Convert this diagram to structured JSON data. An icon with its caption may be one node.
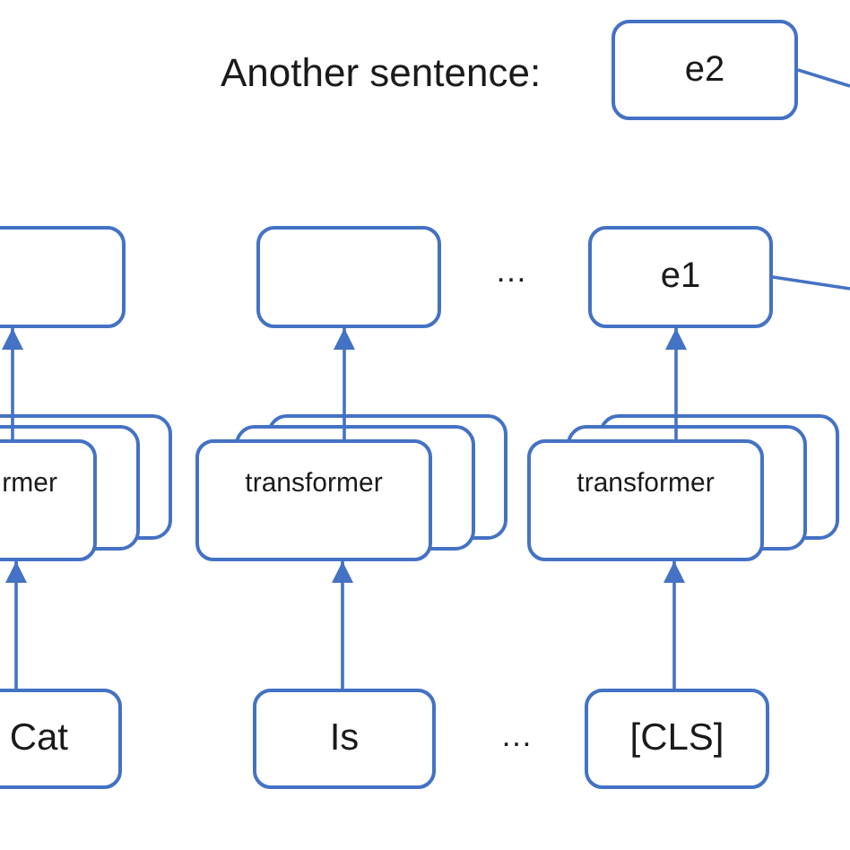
{
  "diagram": {
    "nodes": [
      {
        "text": [
          "e2"
        ],
        "beside": [
          "Another sentence:"
        ]
      },
      {
        "text": [],
        "shape": "box"
      },
      {
        "text": [],
        "shape": "box"
      },
      {
        "text": [
          "e1"
        ]
      },
      {
        "text": [
          "rmer"
        ]
      },
      {
        "text": [
          "transformer"
        ]
      },
      {
        "text": [
          "transformer"
        ]
      },
      {
        "text": [
          "Cat"
        ]
      },
      {
        "text": [
          "Is"
        ]
      },
      {
        "text": [
          "[CLS]"
        ]
      }
    ],
    "edges": [
      {
        "from": 7,
        "to": 4,
        "arrow": "to"
      },
      {
        "from": 4,
        "to": 1,
        "arrow": "to"
      },
      {
        "from": 8,
        "to": 5,
        "arrow": "to"
      },
      {
        "from": 5,
        "to": 2,
        "arrow": "to"
      },
      {
        "from": 9,
        "to": 6,
        "arrow": "to"
      },
      {
        "from": 6,
        "to": 3,
        "arrow": "to"
      },
      {
        "from": 3,
        "to": null,
        "arrow": "none"
      },
      {
        "from": 0,
        "to": null,
        "arrow": "none"
      }
    ],
    "labels": [
      "…",
      "…"
    ]
  }
}
